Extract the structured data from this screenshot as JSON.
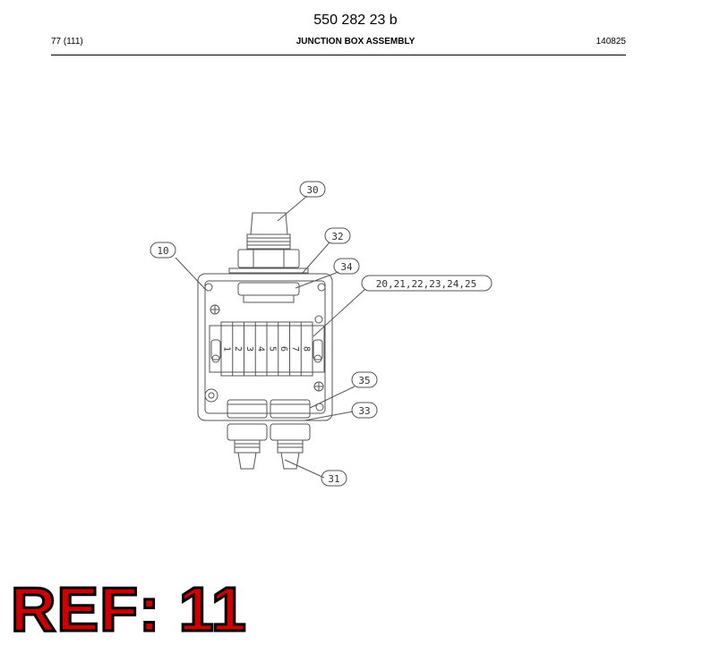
{
  "header": {
    "doc_number": "550 282 23 b",
    "page_ref": "77 (111)",
    "title": "JUNCTION BOX ASSEMBLY",
    "date_code": "140825"
  },
  "callouts": {
    "c10": "10",
    "c30": "30",
    "c32": "32",
    "c34": "34",
    "c20": "20,21,22,23,24,25",
    "c35": "35",
    "c33": "33",
    "c31": "31"
  },
  "terminals": [
    "1",
    "2",
    "3",
    "4",
    "5",
    "6",
    "7",
    "8"
  ],
  "stamp": {
    "text": "REF: 11",
    "color": "#cc0000"
  }
}
